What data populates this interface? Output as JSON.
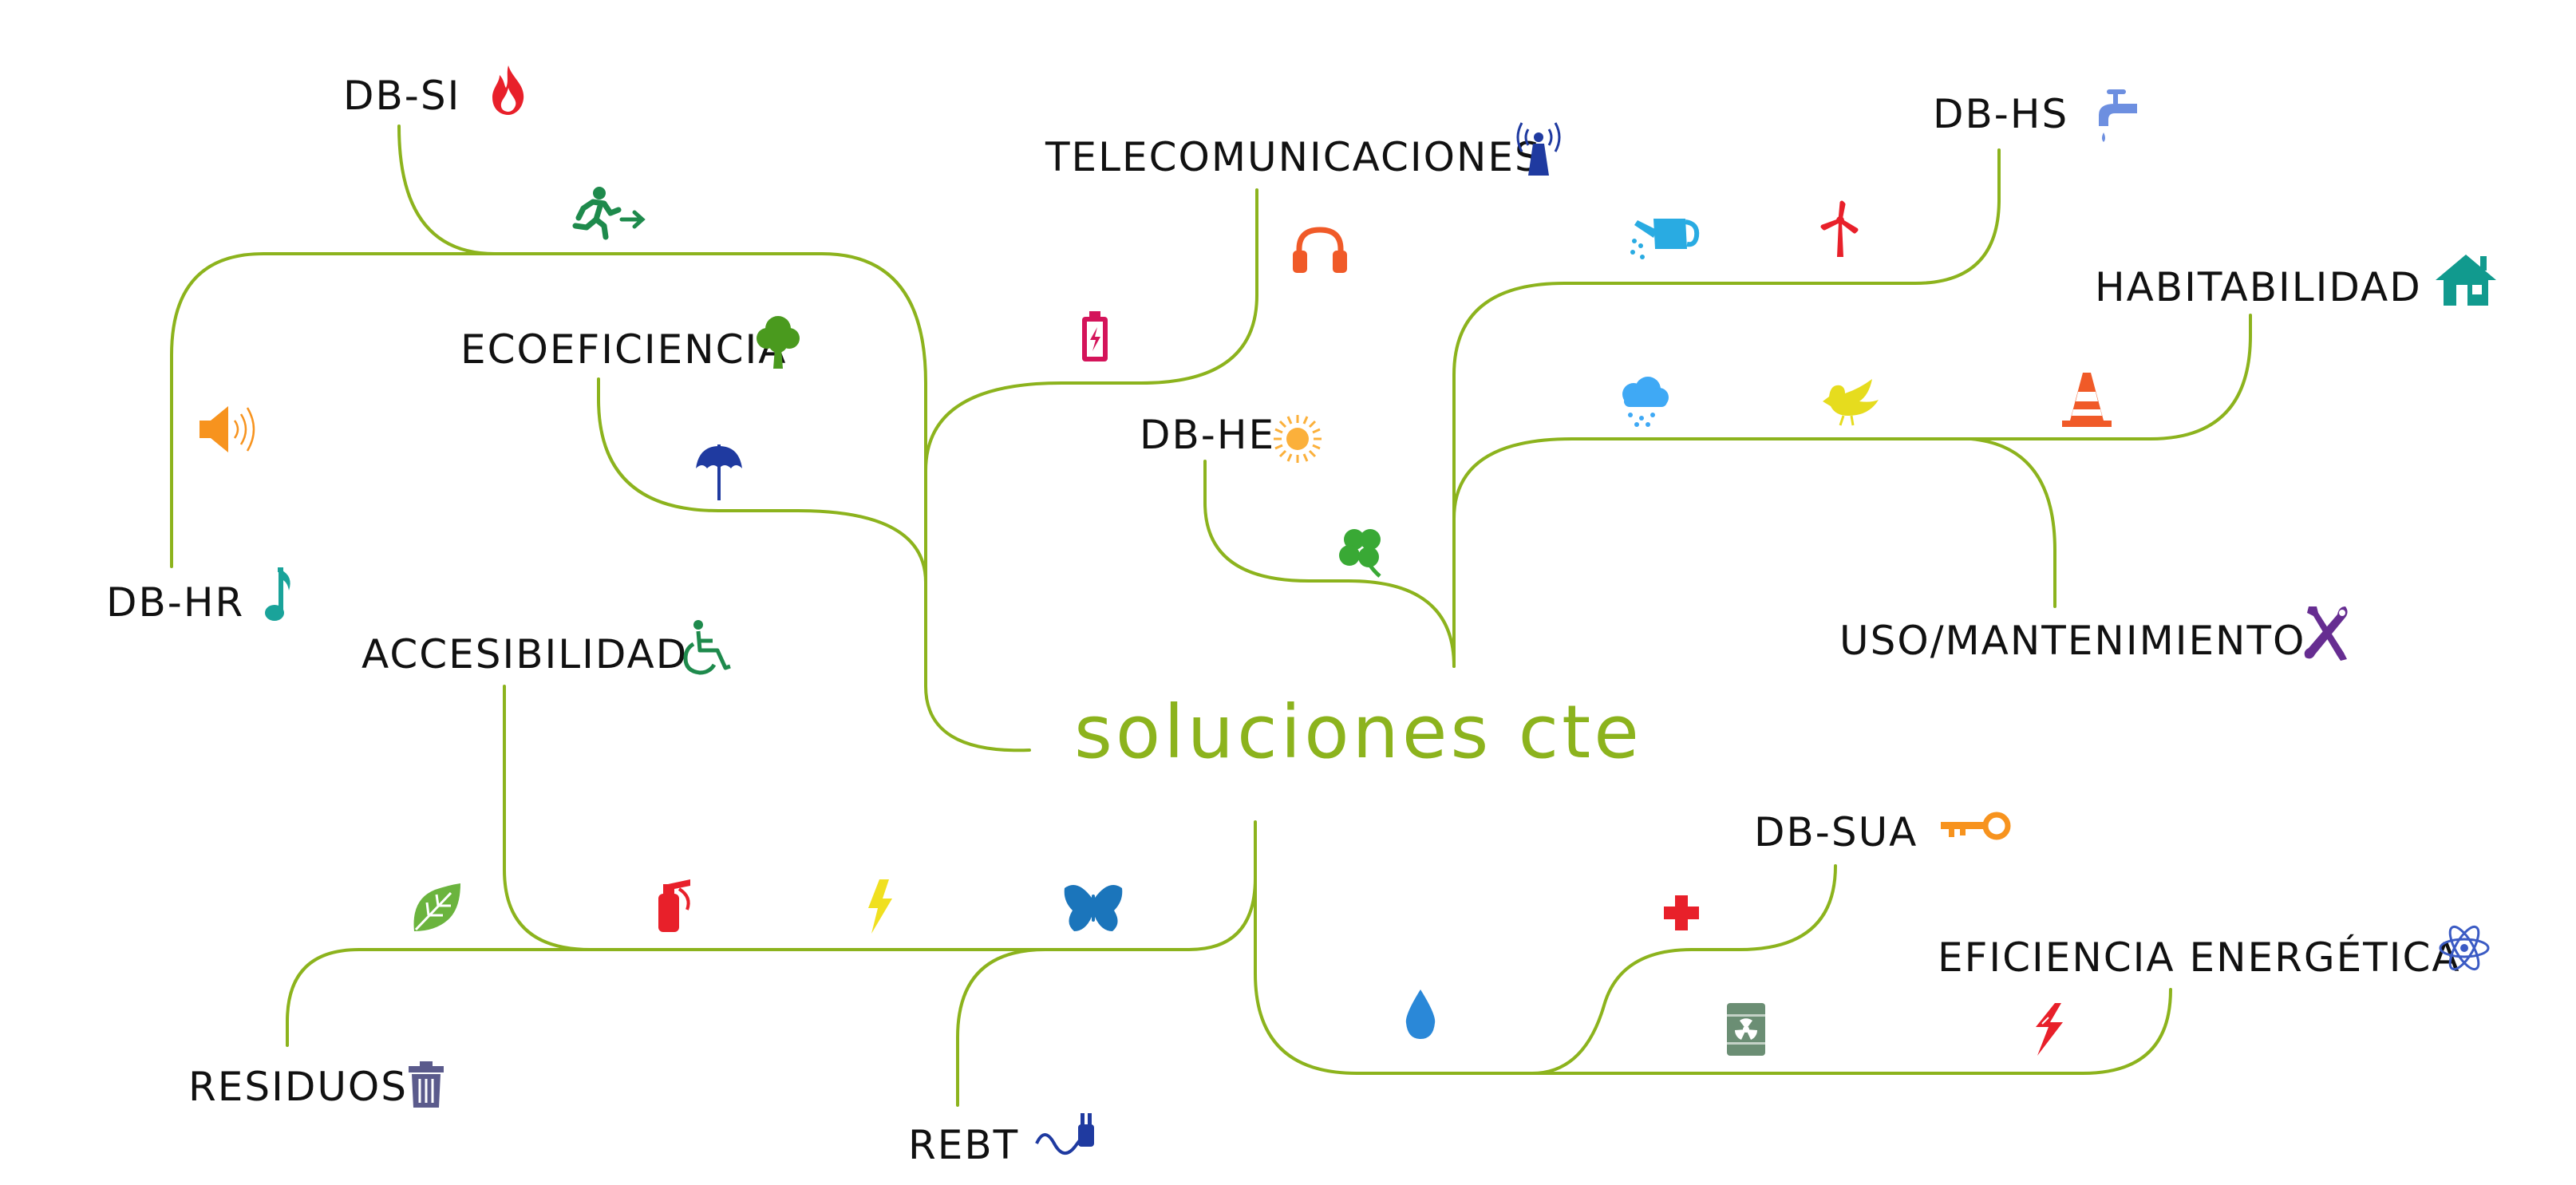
{
  "title": "soluciones cte",
  "line_color": "#8cb31d",
  "labels": {
    "db_si": "DB-SI",
    "telecom": "TELECOMUNICACIONES",
    "db_hs": "DB-HS",
    "habitabilidad": "HABITABILIDAD",
    "ecoeficiencia": "ECOEFICIENCIA",
    "db_he": "DB-HE",
    "db_hr": "DB-HR",
    "accesibilidad": "ACCESIBILIDAD",
    "uso": "USO/MANTENIMIENTO",
    "db_sua": "DB-SUA",
    "eficiencia": "EFICIENCIA ENERGÉTICA",
    "residuos": "RESIDUOS",
    "rebt": "REBT"
  },
  "icons": {
    "fire": {
      "name": "fire-icon",
      "color": "#e8202a"
    },
    "exit": {
      "name": "emergency-exit-icon",
      "color": "#1e8a4c"
    },
    "tower": {
      "name": "antenna-tower-icon",
      "color": "#1f3aa0"
    },
    "headphones": {
      "name": "headphones-icon",
      "color": "#f05a28"
    },
    "battery": {
      "name": "battery-icon",
      "color": "#d4145a"
    },
    "tap": {
      "name": "water-tap-icon",
      "color": "#6d8fe0"
    },
    "watering_can": {
      "name": "watering-can-icon",
      "color": "#29abe2"
    },
    "wind_turbine": {
      "name": "wind-turbine-icon",
      "color": "#e8202a"
    },
    "house": {
      "name": "house-icon",
      "color": "#119a8e"
    },
    "tree": {
      "name": "tree-icon",
      "color": "#4a9a1e"
    },
    "umbrella": {
      "name": "umbrella-icon",
      "color": "#1f3aa0"
    },
    "speaker": {
      "name": "speaker-icon",
      "color": "#f7931e"
    },
    "sun": {
      "name": "sun-icon",
      "color": "#fbb03b"
    },
    "clover": {
      "name": "clover-icon",
      "color": "#39a935"
    },
    "cloud_rain": {
      "name": "rain-cloud-icon",
      "color": "#3fa9f5"
    },
    "bird": {
      "name": "bird-icon",
      "color": "#e6dc1e"
    },
    "cone": {
      "name": "traffic-cone-icon",
      "color": "#f05a28"
    },
    "music": {
      "name": "music-note-icon",
      "color": "#1aa39a"
    },
    "wheelchair": {
      "name": "wheelchair-icon",
      "color": "#1e8a4c"
    },
    "tools": {
      "name": "wrench-screwdriver-icon",
      "color": "#662d91"
    },
    "key": {
      "name": "key-icon",
      "color": "#f7931e"
    },
    "atom": {
      "name": "atom-icon",
      "color": "#3b5bc4"
    },
    "cross": {
      "name": "red-cross-icon",
      "color": "#e8202a"
    },
    "leaf": {
      "name": "leaf-icon",
      "color": "#6bb43e"
    },
    "extinguisher": {
      "name": "fire-extinguisher-icon",
      "color": "#e8202a"
    },
    "bolt_yellow": {
      "name": "lightning-bolt-icon",
      "color": "#f0e020"
    },
    "butterfly": {
      "name": "butterfly-icon",
      "color": "#1b75bb"
    },
    "drop": {
      "name": "water-drop-icon",
      "color": "#2a88d8"
    },
    "barrel": {
      "name": "radioactive-barrel-icon",
      "color": "#6b8e74"
    },
    "bolt_red": {
      "name": "electric-bolt-icon",
      "color": "#e8202a"
    },
    "trash": {
      "name": "trash-can-icon",
      "color": "#5b5b8c"
    },
    "plug": {
      "name": "plug-icon",
      "color": "#1f3aa0"
    }
  }
}
